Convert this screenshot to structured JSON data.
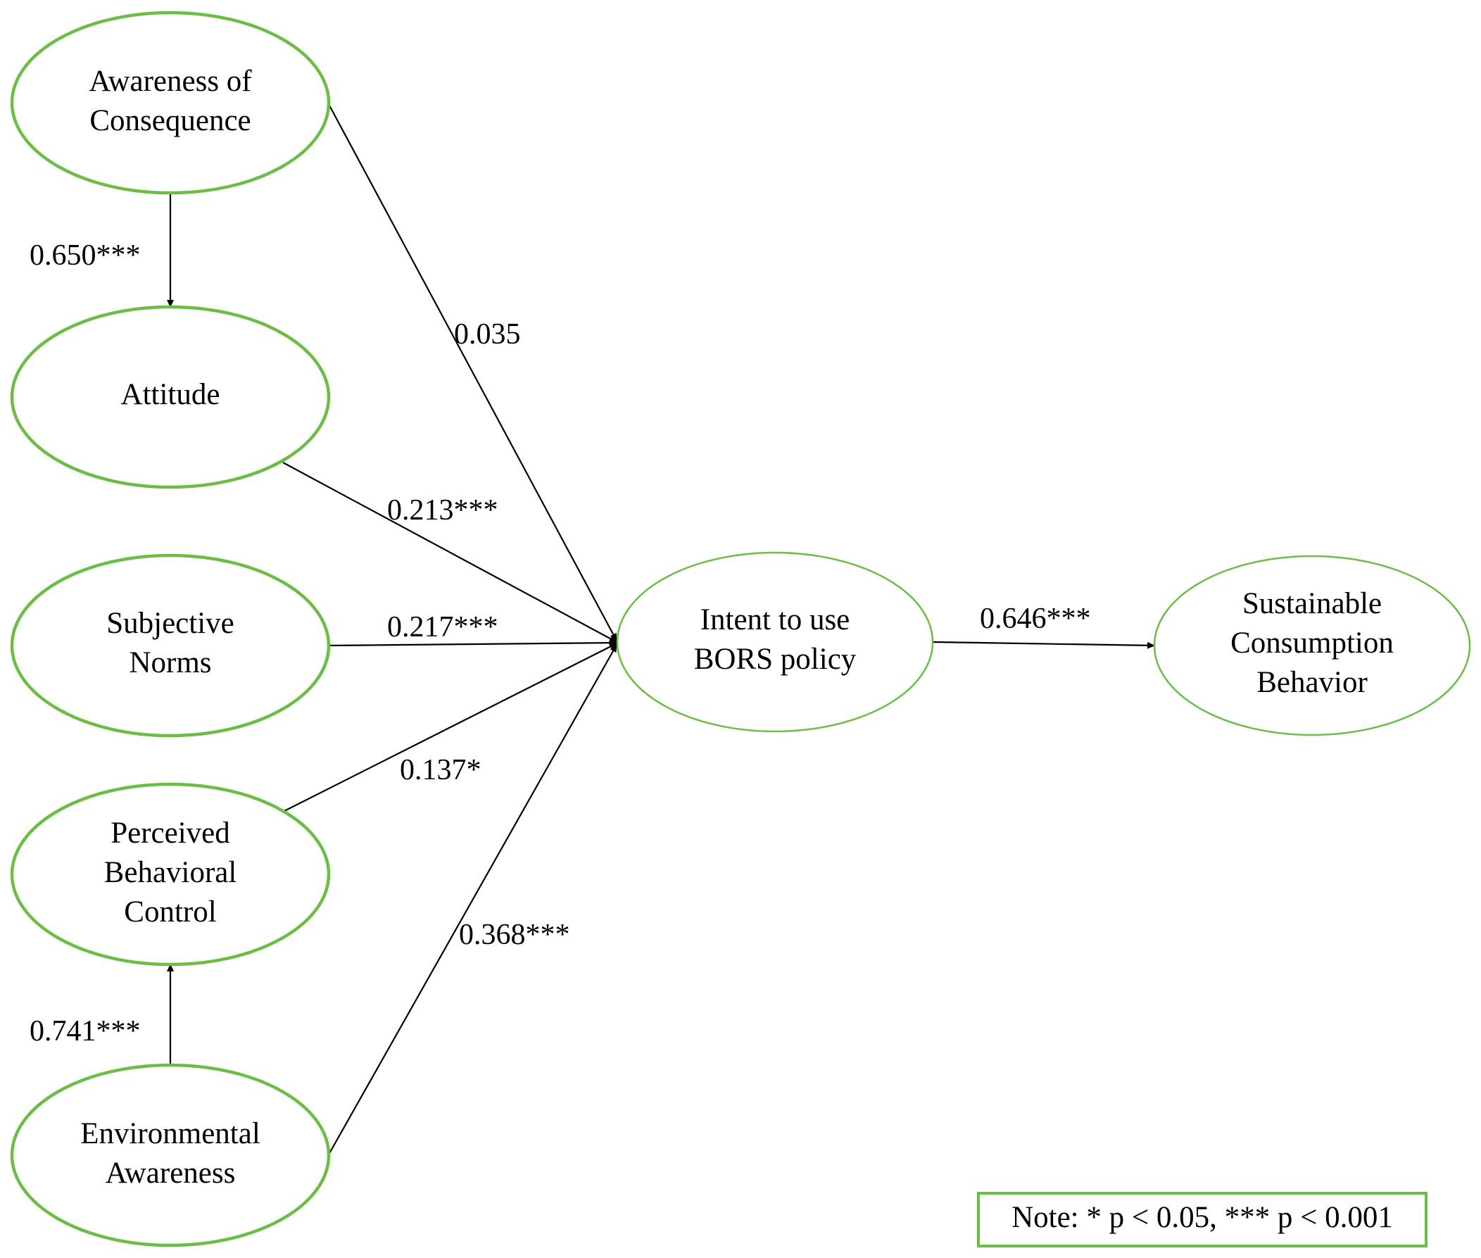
{
  "diagram": {
    "nodes": {
      "aoc": {
        "lines": [
          "Awareness of",
          "Consequence"
        ]
      },
      "att": {
        "lines": [
          "Attitude"
        ]
      },
      "sn": {
        "lines": [
          "Subjective",
          "Norms"
        ]
      },
      "pbc": {
        "lines": [
          "Perceived",
          "Behavioral",
          "Control"
        ]
      },
      "ea": {
        "lines": [
          "Environmental",
          "Awareness"
        ]
      },
      "itu": {
        "lines": [
          "Intent to use",
          "BORS policy"
        ]
      },
      "scb": {
        "lines": [
          "Sustainable",
          "Consumption",
          "Behavior"
        ]
      }
    },
    "edges": [
      {
        "from": "aoc",
        "to": "att",
        "label": "0.650***"
      },
      {
        "from": "aoc",
        "to": "itu",
        "label": "0.035"
      },
      {
        "from": "att",
        "to": "itu",
        "label": "0.213***"
      },
      {
        "from": "sn",
        "to": "itu",
        "label": "0.217***"
      },
      {
        "from": "pbc",
        "to": "itu",
        "label": "0.137*"
      },
      {
        "from": "ea",
        "to": "pbc",
        "label": "0.741***"
      },
      {
        "from": "ea",
        "to": "itu",
        "label": "0.368***"
      },
      {
        "from": "itu",
        "to": "scb",
        "label": "0.646***"
      }
    ],
    "note": "Note: * p < 0.05, *** p < 0.001",
    "colors": {
      "node_border": "#6cbd45",
      "line": "#000000"
    }
  }
}
